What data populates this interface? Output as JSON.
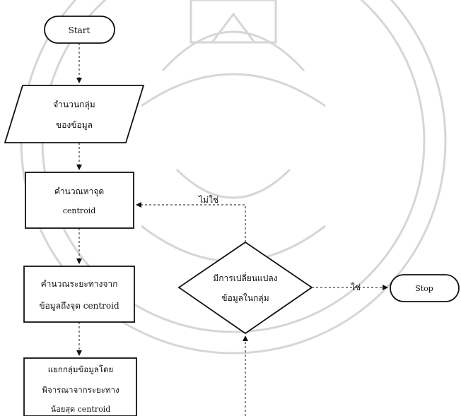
{
  "flowchart": {
    "start": "Start",
    "input_line1": "จำนวนกลุ่ม",
    "input_line2": "ของข้อมูล",
    "calc_centroid_line1": "คำนวณหาจุด",
    "calc_centroid_line2": "centroid",
    "calc_distance_line1": "คำนวณระยะทางจาก",
    "calc_distance_line2": "ข้อมูลถึงจุด centroid",
    "group_line1": "แยกกลุ่มข้อมูลโดย",
    "group_line2": "พิจารณาจากระยะทาง",
    "group_line3": "น้อยสุด centroid",
    "decision_line1": "มีการเปลี่ยนแปลง",
    "decision_line2": "ข้อมูลในกลุ่ม",
    "no_label": "ไม่ใช่",
    "yes_label": "ใช่",
    "stop": "Stop"
  },
  "colors": {
    "line": "#111111",
    "watermark": "#d9d9d9"
  }
}
